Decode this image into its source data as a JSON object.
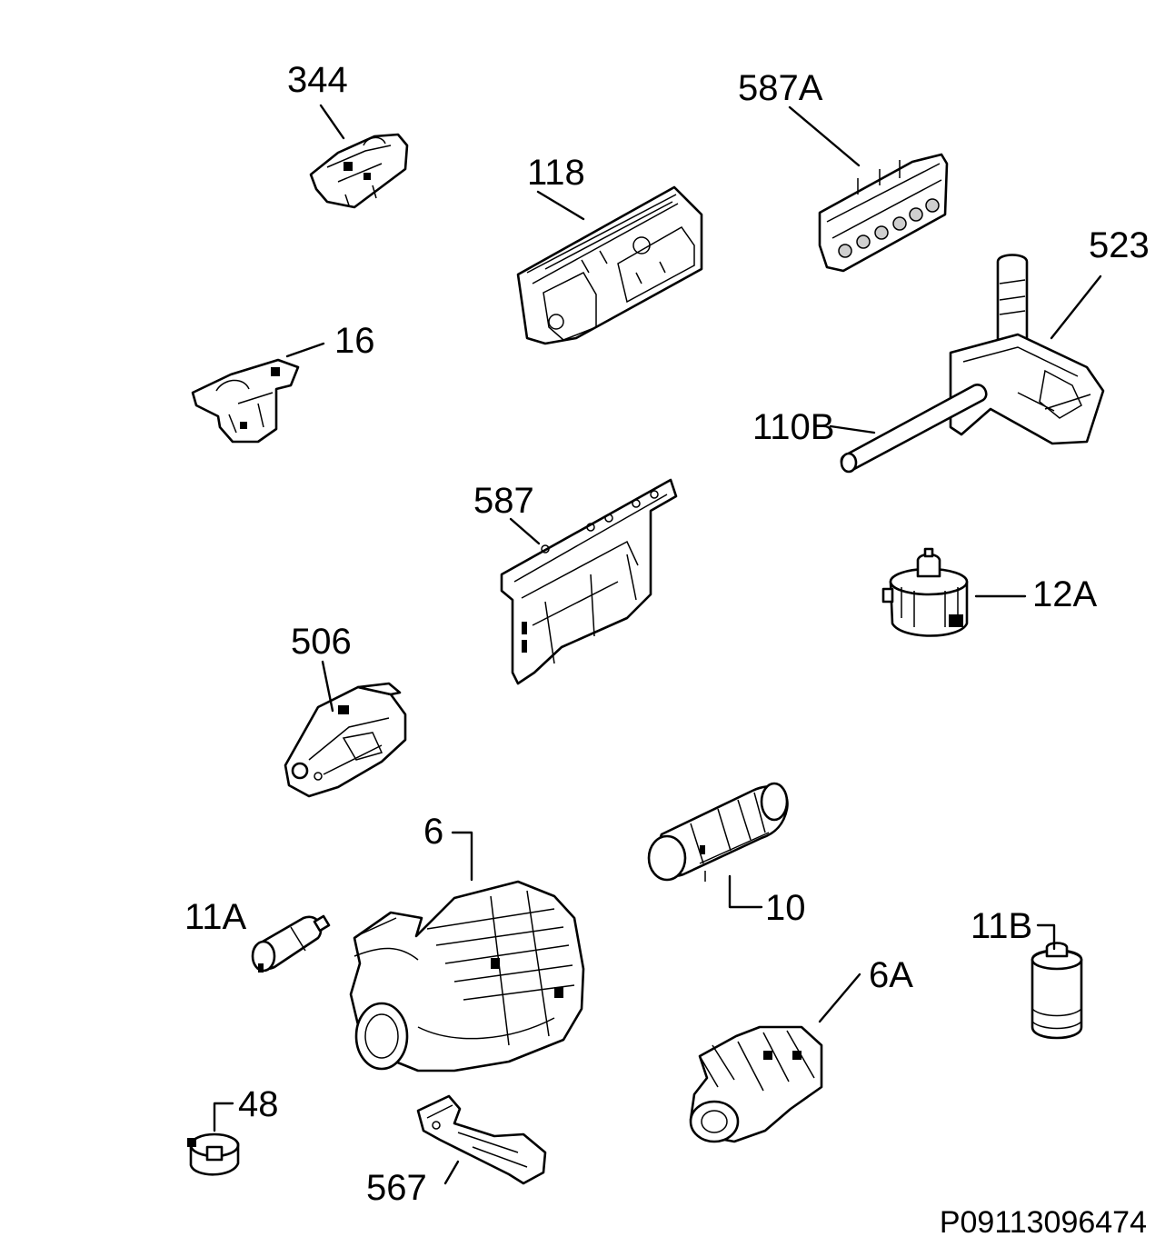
{
  "drawing_number": "P09113096474",
  "parts": {
    "p344": "344",
    "p118": "118",
    "p587A": "587A",
    "p523": "523",
    "p16": "16",
    "p110B": "110B",
    "p587": "587",
    "p12A": "12A",
    "p506": "506",
    "p6": "6",
    "p10": "10",
    "p11A": "11A",
    "p11B": "11B",
    "p6A": "6A",
    "p48": "48",
    "p567": "567"
  }
}
